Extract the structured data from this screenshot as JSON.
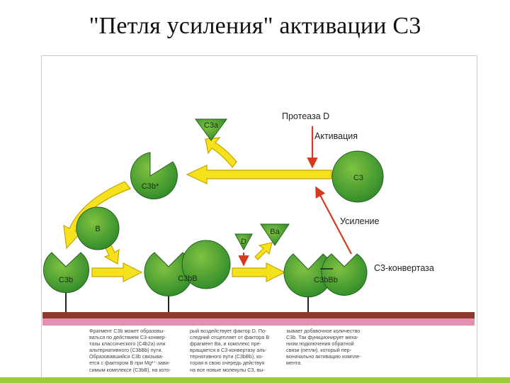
{
  "title": "\"Петля усиления\" активации С3",
  "labels": {
    "protease_d": "Протеаза D",
    "activation": "Активация",
    "amplification": "Усиление",
    "c3_convertase": "С3-конвертаза"
  },
  "molecules": {
    "c3": "C3",
    "c3a": "C3a",
    "c3b_star": "C3b*",
    "b": "B",
    "c3b": "C3b",
    "c3bb": "C3bB",
    "d": "D",
    "ba": "Ba",
    "c3bbb": "C3bBb"
  },
  "caption": {
    "col1": "Фрагмент С3b может образовы-\nваться по действием С3-конвер-\nтазы классического (С4b2a) или\nальтернативного (С3bBb) пути.\nОбразовавшийся С3b связыва-\nется с фактором В при Mg²⁺-зави-\nсимым комплексе (С3bB), на кото-",
    "col2": "рый воздействует фактор D. По-\nследний отщепляет от фактора В\nфрагмент Ва, и комплекс пре-\nвращается в С3-конвертазу аль-\nтернативного пути (С3bBb), ко-\nторая в свою очередь действуя\nна все новые молекулы С3, вы-",
    "col3": "зывает добавочное количество\nС3b. Так функционирует меха-\nнизм подключения обратной\nсвязи (петли), который пер-\nвоначально активацию компле-\nмента."
  }
}
